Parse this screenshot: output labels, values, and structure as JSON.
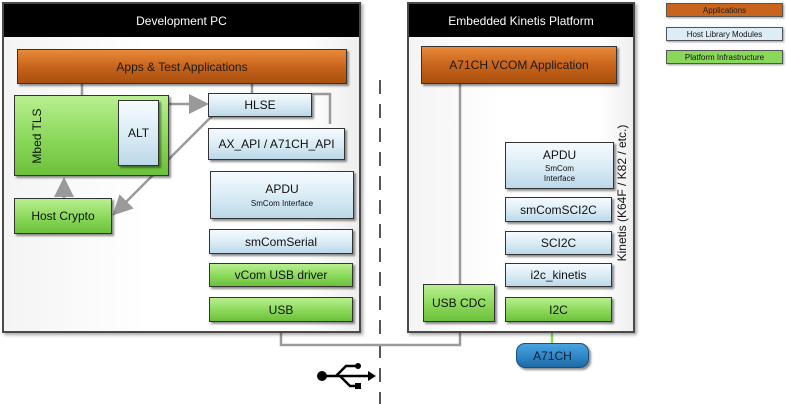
{
  "legend": {
    "applications": "Applications",
    "host_library": "Host Library Modules",
    "platform_infra": "Platform Infrastructure"
  },
  "dev_pc": {
    "title": "Development PC",
    "apps": "Apps & Test Applications",
    "mbedtls": "Mbed TLS",
    "alt": "ALT",
    "hlse": "HLSE",
    "ax_api": "AX_API / A71CH_API",
    "apdu": "APDU",
    "apdu_sub": "SmCom Interface",
    "smcomserial": "smComSerial",
    "vcom_usb": "vCom USB driver",
    "usb": "USB",
    "host_crypto": "Host Crypto"
  },
  "kinetis": {
    "title": "Embedded Kinetis Platform",
    "vcom_app": "A71CH VCOM Application",
    "apdu": "APDU",
    "apdu_sub1": "SmCom",
    "apdu_sub2": "Interface",
    "smcomsci2c": "smComSCI2C",
    "sci2c": "SCI2C",
    "i2c_kinetis": "i2c_kinetis",
    "usb_cdc": "USB CDC",
    "i2c": "I2C",
    "side_label": "Kinetis (K64F / K82 / etc.)",
    "chip": "A71CH"
  },
  "colors": {
    "application": "#c8641b",
    "host_library": "#d8ebf5",
    "platform": "#8ad85a",
    "chip": "#2f86c6"
  }
}
